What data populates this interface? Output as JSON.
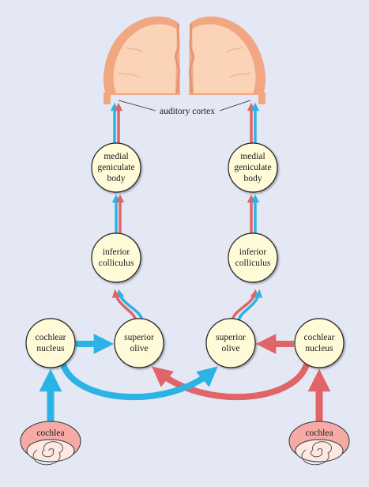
{
  "cortex_label": "auditory cortex",
  "nodes": {
    "medial_left": [
      "medial",
      "geniculate",
      "body"
    ],
    "medial_right": [
      "medial",
      "geniculate",
      "body"
    ],
    "inferior_left": [
      "inferior",
      "colliculus"
    ],
    "inferior_right": [
      "inferior",
      "colliculus"
    ],
    "cochlear_left": [
      "cochlear",
      "nucleus"
    ],
    "cochlear_right": [
      "cochlear",
      "nucleus"
    ],
    "superior_left": [
      "superior",
      "olive"
    ],
    "superior_right": [
      "superior",
      "olive"
    ]
  },
  "cochlea_left": "cochlea",
  "cochlea_right": "cochlea",
  "colors": {
    "background": "#e4e8f5",
    "blue_pathway": "#2bb3e6",
    "red_pathway": "#e06468",
    "node_fill": "#fffbd8",
    "brain_fill": "#fbd3b6",
    "brain_outline": "#f1a782"
  }
}
